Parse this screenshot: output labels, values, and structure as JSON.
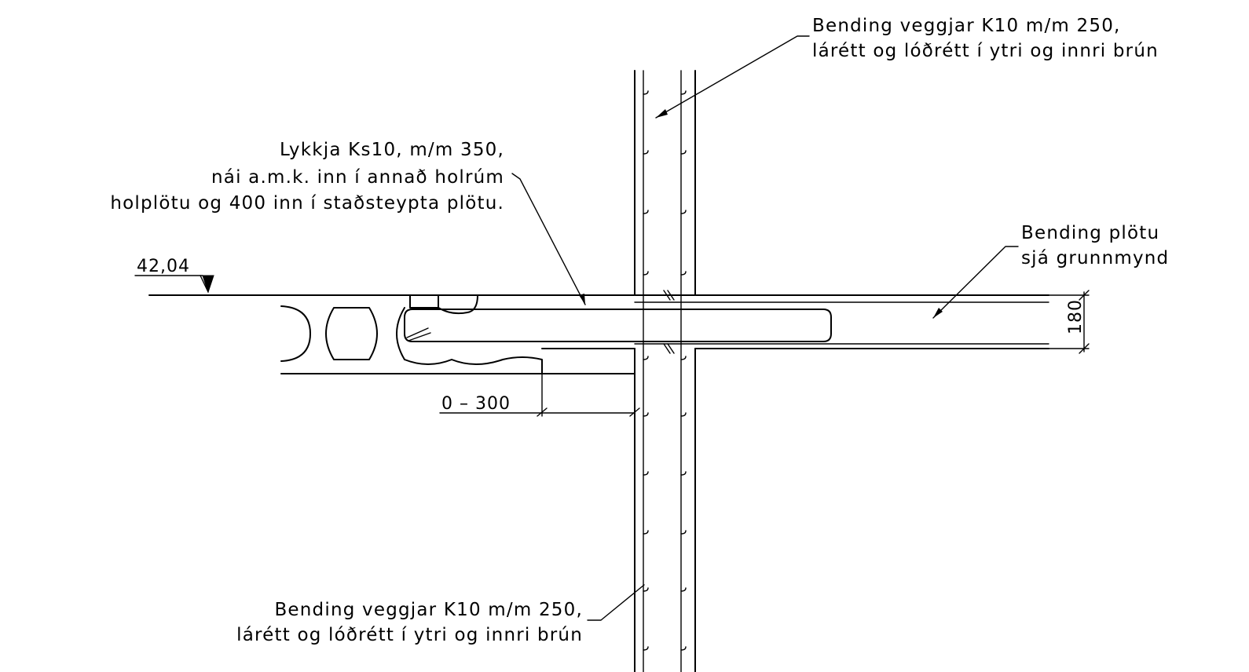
{
  "annotations": {
    "wall_reinf_top": {
      "line1": "Bending veggjar K10 m/m 250,",
      "line2": "lárétt og lóðrétt í ytri og innri brún"
    },
    "loop_bar": {
      "line1": "Lykkja Ks10, m/m 350,",
      "line2": "nái a.m.k. inn í annað holrúm",
      "line3": "holplötu og 400 inn í staðsteypta plötu."
    },
    "slab_reinf": {
      "line1": "Bending plötu",
      "line2": "sjá grunnmynd"
    },
    "wall_reinf_bottom": {
      "line1": "Bending veggjar K10 m/m 250,",
      "line2": "lárétt og lóðrétt í ytri og innri brún"
    }
  },
  "dimensions": {
    "level": "42,04",
    "slab_thickness": "180",
    "bearing": "0 – 300"
  }
}
